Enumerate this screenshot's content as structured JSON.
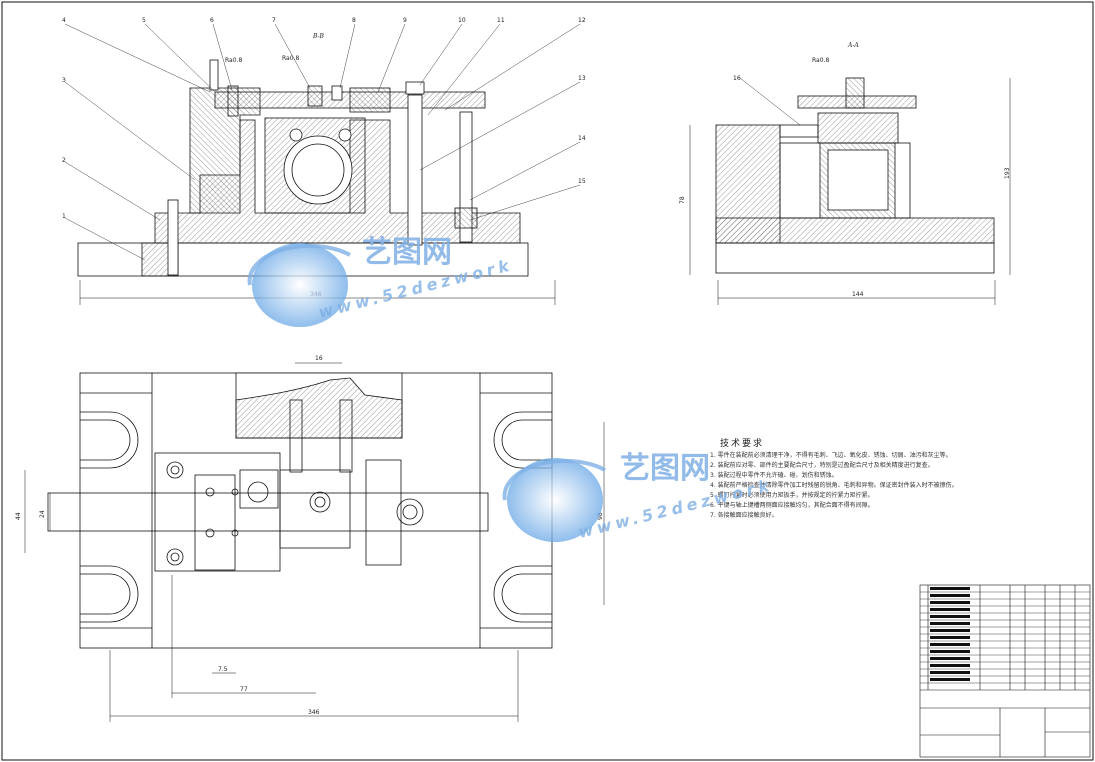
{
  "drawing": {
    "section_label_bb": "B-B",
    "section_label_aa": "A-A",
    "part_callouts": [
      "1",
      "2",
      "3",
      "4",
      "5",
      "6",
      "7",
      "8",
      "9",
      "10",
      "11",
      "12",
      "13",
      "14",
      "15",
      "16"
    ],
    "roughness_marks": [
      "Ra0.8",
      "Ra0.8",
      "Ra0.8"
    ],
    "dims": {
      "front_width": "346",
      "side_width": "144",
      "side_height": "78",
      "side_total": "193",
      "plan_top": "16",
      "plan_left_outer": "44",
      "plan_left_inner": "24",
      "plan_right": "98",
      "plan_bottom_small": "7.5",
      "plan_bottom_mid": "77",
      "plan_bottom_total": "346"
    }
  },
  "tech_notes": {
    "title": "技术要求",
    "lines": [
      "1. 零件在装配前必须清理干净，不得有毛刺、飞边、氧化皮、锈蚀、切屑、油污和灰尘等。",
      "2. 装配前应对零、部件的主要配合尺寸，特别是过盈配合尺寸及相关精度进行复查。",
      "3. 装配过程中零件不允许磕、碰、划伤和锈蚀。",
      "4. 装配前严格检查并清除零件加工时残留的锐角、毛刺和异物。保证密封件装入时不被擦伤。",
      "5. 螺钉拧紧时必须使用力矩扳手，并按规定的拧紧力矩拧紧。",
      "6. 平键与轴上键槽两侧面应接触均匀，其配合面不得有间隙。",
      "7. 各接触面应接触良好。"
    ]
  },
  "watermark": {
    "brand": "艺图网",
    "url": "www.52dezwork"
  },
  "colors": {
    "line": "#1a1a1a",
    "hatch": "#444444",
    "watermark": "#7fb0e6"
  }
}
